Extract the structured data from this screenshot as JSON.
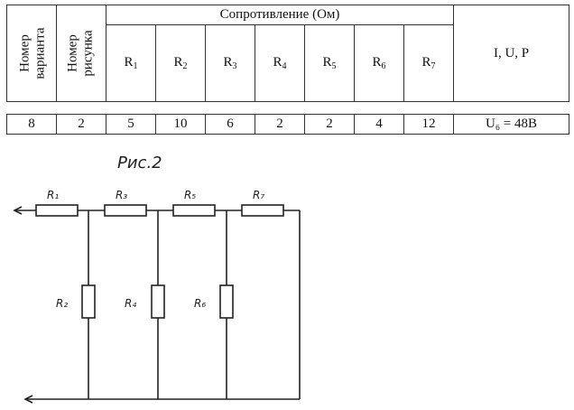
{
  "header": {
    "group_title": "Сопротивление (Ом)",
    "variant_col": [
      "Номер",
      "варианта"
    ],
    "figure_col": [
      "Номер",
      "рисунка"
    ],
    "resistors": [
      {
        "letter": "R",
        "index": "1"
      },
      {
        "letter": "R",
        "index": "2"
      },
      {
        "letter": "R",
        "index": "3"
      },
      {
        "letter": "R",
        "index": "4"
      },
      {
        "letter": "R",
        "index": "5"
      },
      {
        "letter": "R",
        "index": "6"
      },
      {
        "letter": "R",
        "index": "7"
      }
    ],
    "last_col": "I, U, P"
  },
  "row": {
    "variant": "8",
    "figure": "2",
    "values": [
      "5",
      "10",
      "6",
      "2",
      "2",
      "4",
      "12"
    ],
    "given": "U₆ = 48В"
  },
  "figure": {
    "caption": "Рис.2",
    "labels": {
      "r1": "R₁",
      "r3": "R₃",
      "r5": "R₅",
      "r7": "R₇",
      "r2": "R₂",
      "r4": "R₄",
      "r6": "R₆"
    }
  }
}
